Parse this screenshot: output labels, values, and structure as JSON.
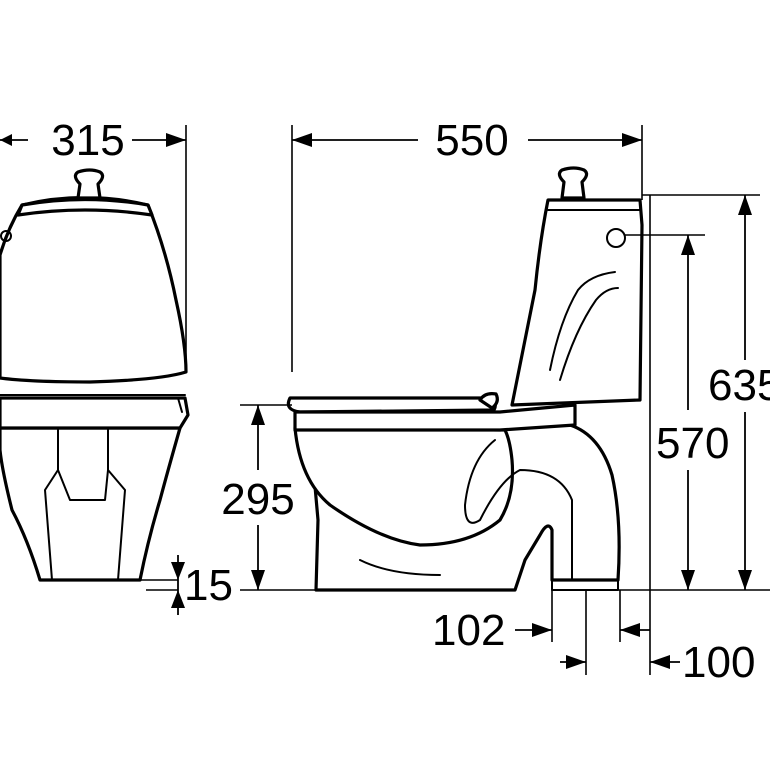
{
  "colors": {
    "line": "#000000",
    "background": "#ffffff"
  },
  "dimensions": {
    "front_width": "315",
    "foot_height": "15",
    "total_depth": "550",
    "seat_height": "295",
    "outlet_height": "570",
    "total_height": "635",
    "outlet_width": "102",
    "outlet_to_wall": "100"
  }
}
